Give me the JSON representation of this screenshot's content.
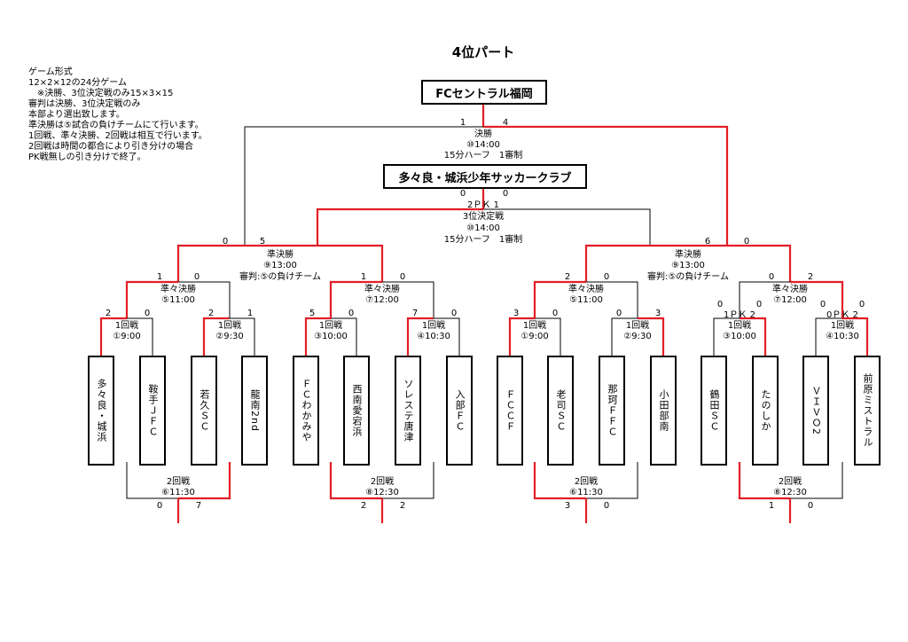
{
  "title": "4位パート",
  "rules": [
    "ゲーム形式",
    "12×2×12の24分ゲーム",
    "　※決勝、3位決定戦のみ15×3×15",
    "審判は決勝、3位決定戦のみ",
    "本部より選出致します。",
    "準決勝は⑤試合の負けチームにて行います。",
    "1回戦、準々決勝、2回戦は相互で行います。",
    "2回戦は時間の都合により引き分けの場合",
    "PK戦無しの引き分けで終了。"
  ],
  "champion": "FCセントラル福岡",
  "third": "多々良・城浜少年サッカークラブ",
  "final": {
    "label": "決勝",
    "time": "⑩14:00",
    "format": "15分ハーフ　1審制",
    "score_left": "1",
    "score_right": "4"
  },
  "third_place": {
    "label": "3位決定戦",
    "time": "⑩14:00",
    "format": "15分ハーフ　1審制",
    "score_left": "0",
    "score_right": "0",
    "pk": "2ＰＫ 1"
  },
  "semis": [
    {
      "label": "準決勝",
      "time": "⑨13:00",
      "referee": "審判:⑤の負けチーム",
      "score_left": "0",
      "score_right": "5"
    },
    {
      "label": "準決勝",
      "time": "⑨13:00",
      "referee": "審判:⑤の負けチーム",
      "score_left": "6",
      "score_right": "0"
    }
  ],
  "quarters": [
    {
      "label": "準々決勝",
      "time": "⑤11:00",
      "score_left": "1",
      "score_right": "0"
    },
    {
      "label": "準々決勝",
      "time": "⑦12:00",
      "score_left": "1",
      "score_right": "0"
    },
    {
      "label": "準々決勝",
      "time": "⑤11:00",
      "score_left": "2",
      "score_right": "0"
    },
    {
      "label": "準々決勝",
      "time": "⑦12:00",
      "score_left": "0",
      "score_right": "2"
    }
  ],
  "round1": [
    {
      "label": "1回戦",
      "time": "①9:00",
      "score_left": "2",
      "score_right": "0",
      "pk": ""
    },
    {
      "label": "1回戦",
      "time": "②9:30",
      "score_left": "2",
      "score_right": "1",
      "pk": ""
    },
    {
      "label": "1回戦",
      "time": "③10:00",
      "score_left": "5",
      "score_right": "0",
      "pk": ""
    },
    {
      "label": "1回戦",
      "time": "④10:30",
      "score_left": "7",
      "score_right": "0",
      "pk": ""
    },
    {
      "label": "1回戦",
      "time": "①9:00",
      "score_left": "3",
      "score_right": "0",
      "pk": ""
    },
    {
      "label": "1回戦",
      "time": "②9:30",
      "score_left": "0",
      "score_right": "3",
      "pk": ""
    },
    {
      "label": "1回戦",
      "time": "③10:00",
      "score_left": "0",
      "score_right": "0",
      "pk": "1ＰＫ 2"
    },
    {
      "label": "1回戦",
      "time": "④10:30",
      "score_left": "0",
      "score_right": "0",
      "pk": "0ＰＫ 2"
    }
  ],
  "teams": [
    "多々良・城浜",
    "鞍手ＪＦＣ",
    "若久ＳＣ",
    "龍南2nd",
    "ＦＣわかみや",
    "西南愛宕浜",
    "ソレステ唐津",
    "入部ＦＣ",
    "ＦＣＣＦ",
    "老司ＳＣ",
    "那珂ＦＦＣ",
    "小田部南",
    "鶴田ＳＣ",
    "たのしか",
    "ＶＩＶＯ2",
    "前原ミストラル"
  ],
  "round2": [
    {
      "label": "2回戦",
      "time": "⑥11:30",
      "score_left": "0",
      "score_right": "7"
    },
    {
      "label": "2回戦",
      "time": "⑧12:30",
      "score_left": "2",
      "score_right": "2"
    },
    {
      "label": "2回戦",
      "time": "⑥11:30",
      "score_left": "3",
      "score_right": "0"
    },
    {
      "label": "2回戦",
      "time": "⑧12:30",
      "score_left": "1",
      "score_right": "0"
    }
  ],
  "colors": {
    "win_line": "#e41e26",
    "line": "#000000"
  }
}
